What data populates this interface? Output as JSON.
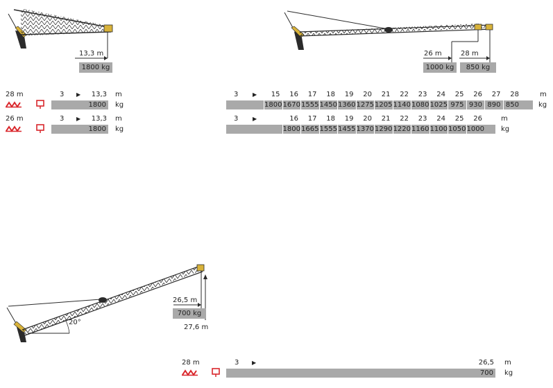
{
  "diagram_a": {
    "radius_label": "13,3 m",
    "load_label": "1800 kg"
  },
  "diagram_b": {
    "radius1_label": "26 m",
    "load1_label": "1000 kg",
    "radius2_label": "28 m",
    "load2_label": "850 kg"
  },
  "diagram_c": {
    "angle_label": "20°",
    "radius_label": "26,5 m",
    "load_label": "700 kg",
    "height_label": "27,6 m"
  },
  "table_a": {
    "rows": [
      {
        "jib": "28 m",
        "min": "3",
        "max": "13,3",
        "unit_m": "m",
        "load": "1800",
        "unit_kg": "kg"
      },
      {
        "jib": "26 m",
        "min": "3",
        "max": "13,3",
        "unit_m": "m",
        "load": "1800",
        "unit_kg": "kg"
      }
    ]
  },
  "table_b": {
    "row1": {
      "min": "3",
      "radii": [
        "15",
        "16",
        "17",
        "18",
        "19",
        "20",
        "21",
        "22",
        "23",
        "24",
        "25",
        "26",
        "27",
        "28"
      ],
      "loads": [
        "1800",
        "1670",
        "1555",
        "1450",
        "1360",
        "1275",
        "1205",
        "1140",
        "1080",
        "1025",
        "975",
        "930",
        "890",
        "850"
      ],
      "unit_m": "m",
      "unit_kg": "kg"
    },
    "row2": {
      "min": "3",
      "radii": [
        "16",
        "17",
        "18",
        "19",
        "20",
        "21",
        "22",
        "23",
        "24",
        "25",
        "26"
      ],
      "loads": [
        "1800",
        "1665",
        "1555",
        "1455",
        "1370",
        "1290",
        "1220",
        "1160",
        "1100",
        "1050",
        "1000"
      ],
      "unit_m": "m",
      "unit_kg": "kg"
    }
  },
  "table_c": {
    "jib": "28 m",
    "min": "3",
    "max": "26,5",
    "unit_m": "m",
    "load": "700",
    "unit_kg": "kg"
  },
  "colors": {
    "bar": "#a9a9a9",
    "icon_red": "#d9262b",
    "crane_yellow": "#d8b23a",
    "crane_dark": "#2b2b2b"
  }
}
